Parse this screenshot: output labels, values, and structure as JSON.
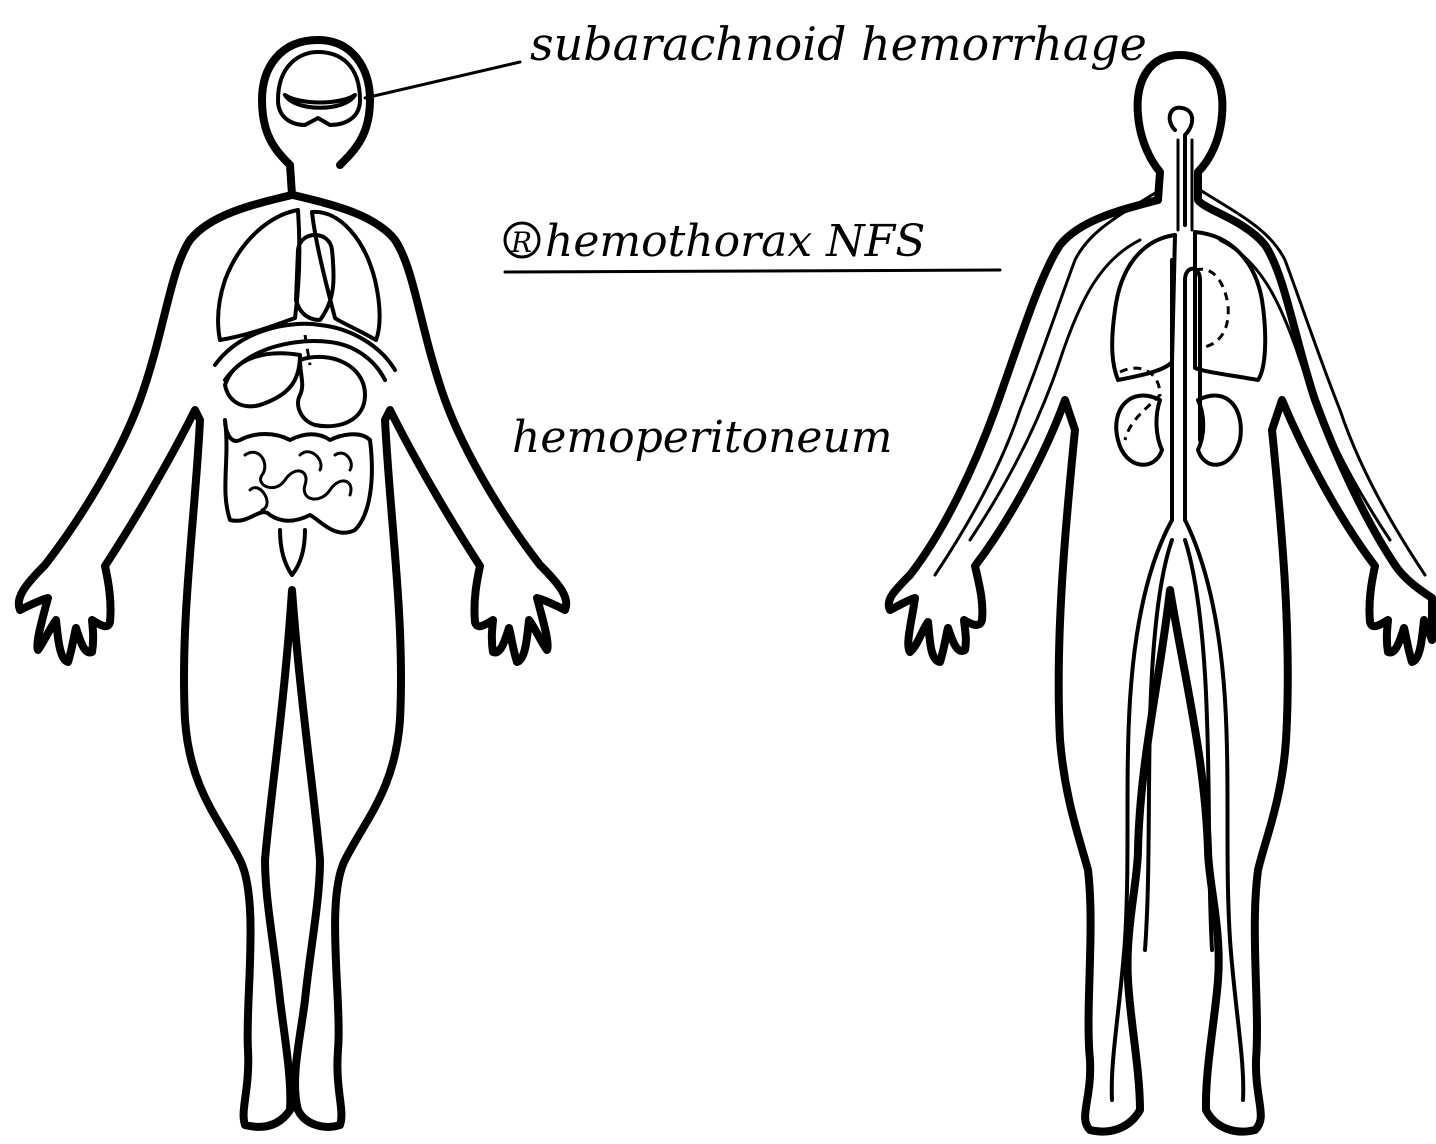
{
  "annotations": {
    "subarachnoid": "subarachnoid hemorrhage",
    "hemothorax_marker": "R",
    "hemothorax": "hemothorax NFS",
    "hemoperitoneum": "hemoperitoneum"
  },
  "colors": {
    "ink": "#000000",
    "paper": "#ffffff"
  }
}
